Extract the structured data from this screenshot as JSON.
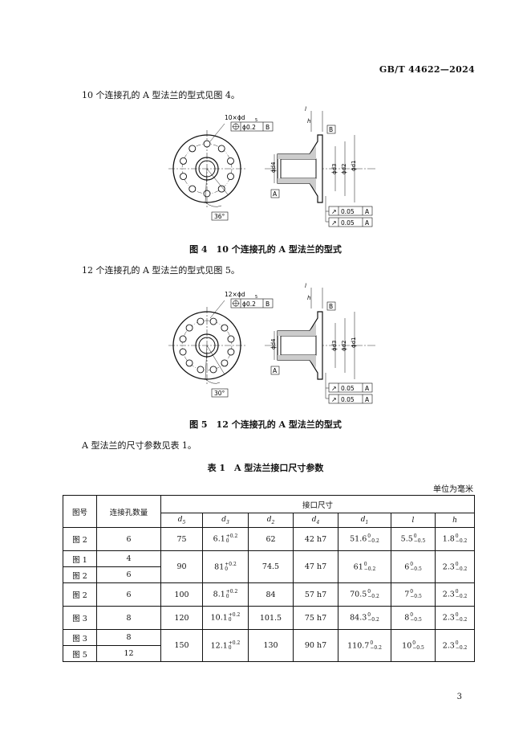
{
  "header": {
    "standard_code": "GB/T 44622—2024"
  },
  "paragraphs": {
    "p1": "10 个连接孔的 A 型法兰的型式见图 4。",
    "p2": "12 个连接孔的 A 型法兰的型式见图 5。",
    "p3": "A 型法兰的尺寸参数见表 1。"
  },
  "figure4": {
    "caption": "图 4　10 个连接孔的 A 型法兰的型式",
    "hole_callout": "10×ϕd",
    "hole_callout_sub": "5",
    "position_tol": "ϕ0.2",
    "datum_b": "B",
    "datum_a": "A",
    "angle": "36°",
    "label_l": "l",
    "label_h": "h",
    "d1": "ϕd1",
    "d2": "ϕd2",
    "d3": "ϕd3",
    "d4": "ϕd4",
    "runout1": "0.05",
    "runout2": "0.05",
    "hole_count": 10
  },
  "figure5": {
    "caption": "图 5　12 个连接孔的 A 型法兰的型式",
    "hole_callout": "12×ϕd",
    "hole_callout_sub": "5",
    "position_tol": "ϕ0.2",
    "datum_b": "B",
    "datum_a": "A",
    "angle": "30°",
    "label_l": "l",
    "label_h": "h",
    "d1": "ϕd1",
    "d2": "ϕd2",
    "d3": "ϕd3",
    "d4": "ϕd4",
    "runout1": "0.05",
    "runout2": "0.05",
    "hole_count": 12
  },
  "table": {
    "title": "表 1　A 型法兰接口尺寸参数",
    "unit": "单位为毫米",
    "col_figure": "图号",
    "col_holes": "连接孔数量",
    "group_header": "接口尺寸",
    "sub_headers": [
      "d5",
      "d3",
      "d2",
      "d4",
      "d1",
      "l",
      "h"
    ],
    "rows": [
      {
        "figs": [
          "图 2"
        ],
        "holes": [
          "6"
        ],
        "d5": "75",
        "d3": "6.1",
        "d3_up": "+0.2",
        "d3_lo": "0",
        "d2": "62",
        "d4": "42 h7",
        "d1": "51.6",
        "d1_up": "0",
        "d1_lo": "−0.2",
        "l": "5.5",
        "l_up": "0",
        "l_lo": "−0.5",
        "h": "1.8",
        "h_up": "0",
        "h_lo": "−0.2"
      },
      {
        "figs": [
          "图 1",
          "图 2"
        ],
        "holes": [
          "4",
          "6"
        ],
        "d5": "90",
        "d3": "81",
        "d3_up": "+0.2",
        "d3_lo": "0",
        "d2": "74.5",
        "d4": "47 h7",
        "d1": "61",
        "d1_up": "0",
        "d1_lo": "−0.2",
        "l": "6",
        "l_up": "0",
        "l_lo": "−0.5",
        "h": "2.3",
        "h_up": "0",
        "h_lo": "−0.2"
      },
      {
        "figs": [
          "图 2"
        ],
        "holes": [
          "6"
        ],
        "d5": "100",
        "d3": "8.1",
        "d3_up": "+0.2",
        "d3_lo": "0",
        "d2": "84",
        "d4": "57 h7",
        "d1": "70.5",
        "d1_up": "0",
        "d1_lo": "−0.2",
        "l": "7",
        "l_up": "0",
        "l_lo": "−0.5",
        "h": "2.3",
        "h_up": "0",
        "h_lo": "−0.2"
      },
      {
        "figs": [
          "图 3"
        ],
        "holes": [
          "8"
        ],
        "d5": "120",
        "d3": "10.1",
        "d3_up": "+0.2",
        "d3_lo": "0",
        "d2": "101.5",
        "d4": "75 h7",
        "d1": "84.3",
        "d1_up": "0",
        "d1_lo": "−0.2",
        "l": "8",
        "l_up": "0",
        "l_lo": "−0.5",
        "h": "2.3",
        "h_up": "0",
        "h_lo": "−0.2"
      },
      {
        "figs": [
          "图 3",
          "图 5"
        ],
        "holes": [
          "8",
          "12"
        ],
        "d5": "150",
        "d3": "12.1",
        "d3_up": "+0.2",
        "d3_lo": "0",
        "d2": "130",
        "d4": "90 h7",
        "d1": "110.7",
        "d1_up": "0",
        "d1_lo": "−0.2",
        "l": "10",
        "l_up": "0",
        "l_lo": "−0.5",
        "h": "2.3",
        "h_up": "0",
        "h_lo": "−0.2"
      }
    ]
  },
  "page_number": "3"
}
